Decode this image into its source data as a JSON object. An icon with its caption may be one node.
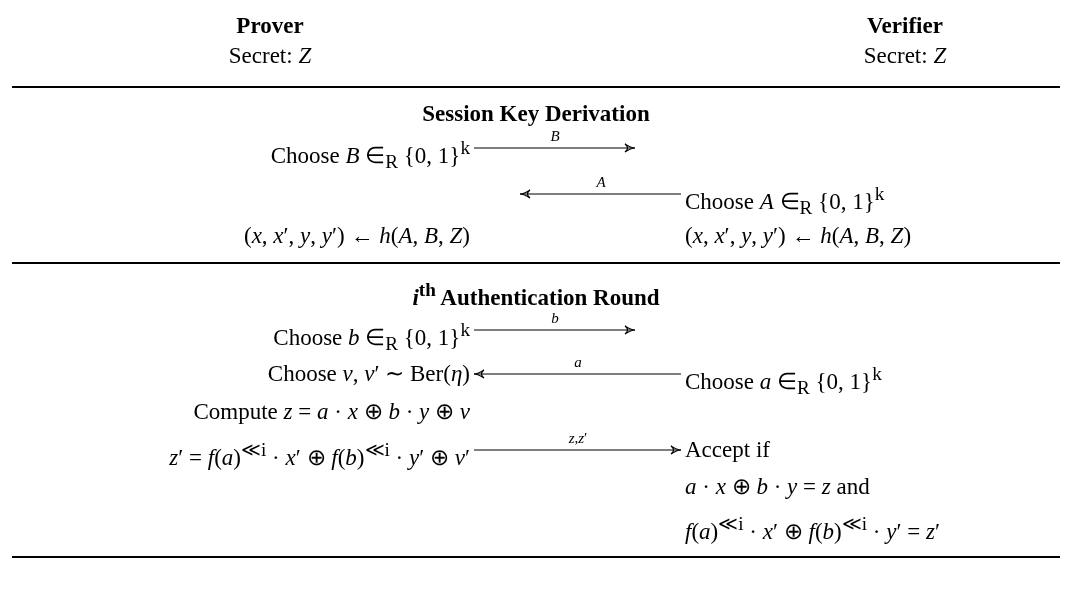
{
  "diagram": {
    "nodes": [
      {
        "text": [
          "Choose *B* ∈$_{R}$ {0, 1}$^{k}$"
        ]
      },
      {
        "text": [
          "Choose *A* ∈$_{R}$ {0, 1}$^{k}$"
        ]
      },
      {
        "text": [
          "Choose *b* ∈$_{R}$ {0, 1}$^{k}$"
        ]
      },
      {
        "text": [
          "Choose *ν*, *ν*′ ∼ Ber(*η*)"
        ]
      },
      {
        "text": [
          "Choose *a* ∈$_{R}$ {0, 1}$^{k}$"
        ]
      },
      {
        "text": [
          "*z*′ = *f*(*a*)$^{≪i}$ · *x*′ ⊕ *f*(*b*)$^{≪i}$ · *y*′ ⊕ *ν*′"
        ]
      },
      {
        "text": [
          "Accept if",
          "*a* · *x* ⊕ *b* · *y* = *z* and",
          "*f*(*a*)$^{≪i}$ · *x*′ ⊕ *f*(*b*)$^{≪i}$ · *y*′ = *z*′"
        ]
      }
    ],
    "edges": [
      {
        "from": 0,
        "to": null,
        "arrow": "to",
        "label": "*B*"
      },
      {
        "from": 1,
        "to": null,
        "arrow": "to",
        "label": "*A*"
      },
      {
        "from": 2,
        "to": null,
        "arrow": "to",
        "label": "*b*"
      },
      {
        "from": 4,
        "to": 3,
        "arrow": "to",
        "label": "*a*"
      },
      {
        "from": 5,
        "to": 6,
        "arrow": "to",
        "label": "*z*,*z*′"
      }
    ],
    "labels": [
      "Prover",
      "Verifier",
      "Secret: *Z*",
      "Secret: *Z*",
      "Session Key Derivation",
      "(*x*, *x*′, *y*, *y*′) ← *h*(*A*, *B*, *Z*)",
      "(*x*, *x*′, *y*, *y*′) ← *h*(*A*, *B*, *Z*)",
      "*i*$^{th}$ Authentication Round",
      "Compute *z* = *a* · *x* ⊕ *b* · *y* ⊕ *ν*"
    ]
  }
}
